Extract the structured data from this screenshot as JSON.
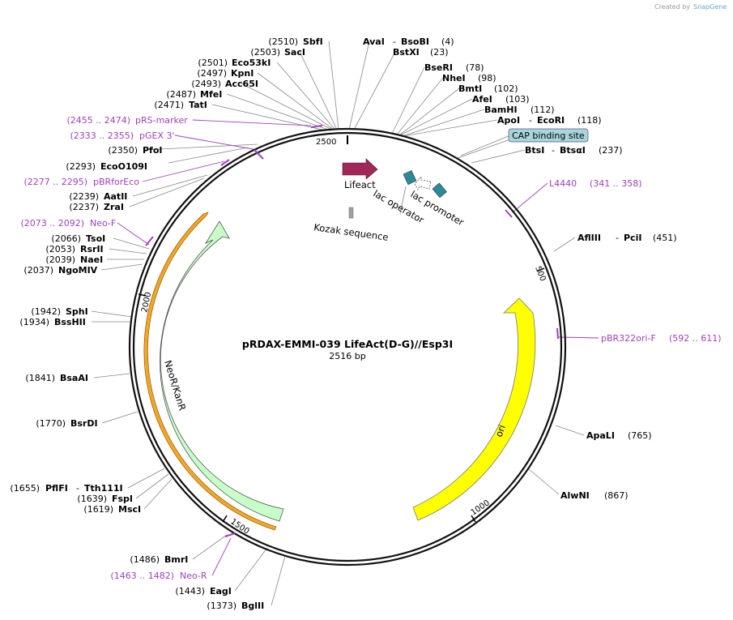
{
  "credit": {
    "prefix": "Created by",
    "brand": "SnapGene"
  },
  "plasmid": {
    "name": "pRDAX-EMMI-039   LifeAct(D-G)//Esp3I",
    "length": "2516 bp"
  },
  "ticks": [
    "500",
    "1000",
    "1500",
    "2000",
    "2500"
  ],
  "features": {
    "lifeact": "Lifeact",
    "lac_operator": "lac operator",
    "lac_promoter": "lac promoter",
    "kozak": "Kozak sequence",
    "cap": "CAP binding site",
    "ori": "ori",
    "neor": "NeoR/KanR"
  },
  "labels": [
    {
      "pos": "(2510)",
      "name": "SbfI"
    },
    {
      "pos": "(2503)",
      "name": "SacI"
    },
    {
      "pos": "(2501)",
      "name": "Eco53kI"
    },
    {
      "pos": "(2497)",
      "name": "KpnI"
    },
    {
      "pos": "(2493)",
      "name": "Acc65I"
    },
    {
      "pos": "(2487)",
      "name": "MfeI"
    },
    {
      "pos": "(2471)",
      "name": "TatI"
    },
    {
      "pos": "(2455 .. 2474)",
      "name": "pRS-marker",
      "primer": true
    },
    {
      "pos": "(2333 .. 2355)",
      "name": "pGEX 3'",
      "primer": true
    },
    {
      "pos": "(2350)",
      "name": "PfoI"
    },
    {
      "pos": "(2293)",
      "name": "EcoO109I"
    },
    {
      "pos": "(2277 .. 2295)",
      "name": "pBRforEco",
      "primer": true
    },
    {
      "pos": "(2239)",
      "name": "AatII"
    },
    {
      "pos": "(2237)",
      "name": "ZraI"
    },
    {
      "pos": "(2073 .. 2092)",
      "name": "Neo-F",
      "primer": true
    },
    {
      "pos": "(2066)",
      "name": "TsoI"
    },
    {
      "pos": "(2053)",
      "name": "RsrII"
    },
    {
      "pos": "(2039)",
      "name": "NaeI"
    },
    {
      "pos": "(2037)",
      "name": "NgoMIV"
    },
    {
      "pos": "(1942)",
      "name": "SphI"
    },
    {
      "pos": "(1934)",
      "name": "BssHII"
    },
    {
      "pos": "(1841)",
      "name": "BsaAI"
    },
    {
      "pos": "(1770)",
      "name": "BsrDI"
    },
    {
      "pos": "(1655)",
      "name": "PflFI",
      "name2": "Tth111I"
    },
    {
      "pos": "(1639)",
      "name": "FspI"
    },
    {
      "pos": "(1619)",
      "name": "MscI"
    },
    {
      "pos": "(1486)",
      "name": "BmrI"
    },
    {
      "pos": "(1463 .. 1482)",
      "name": "Neo-R",
      "primer": true
    },
    {
      "pos": "(1443)",
      "name": "EagI"
    },
    {
      "pos": "(1373)",
      "name": "BglII"
    },
    {
      "pos": "(4)",
      "name": "AvaI",
      "name2": "BsoBI"
    },
    {
      "pos": "(23)",
      "name": "BstXI"
    },
    {
      "pos": "(78)",
      "name": "BseRI"
    },
    {
      "pos": "(98)",
      "name": "NheI"
    },
    {
      "pos": "(102)",
      "name": "BmtI"
    },
    {
      "pos": "(103)",
      "name": "AfeI"
    },
    {
      "pos": "(112)",
      "name": "BamHI"
    },
    {
      "pos": "(118)",
      "name": "ApoI",
      "name2": "EcoRI"
    },
    {
      "pos": "(237)",
      "name": "BtsI",
      "name2": "BtsαI"
    },
    {
      "pos": "(341 .. 358)",
      "name": "L4440",
      "primer": true
    },
    {
      "pos": "(451)",
      "name": "AflIII",
      "name2": "PciI"
    },
    {
      "pos": "(592 .. 611)",
      "name": "pBR322ori-F",
      "primer": true
    },
    {
      "pos": "(765)",
      "name": "ApaLI"
    },
    {
      "pos": "(867)",
      "name": "AlwNI"
    }
  ]
}
